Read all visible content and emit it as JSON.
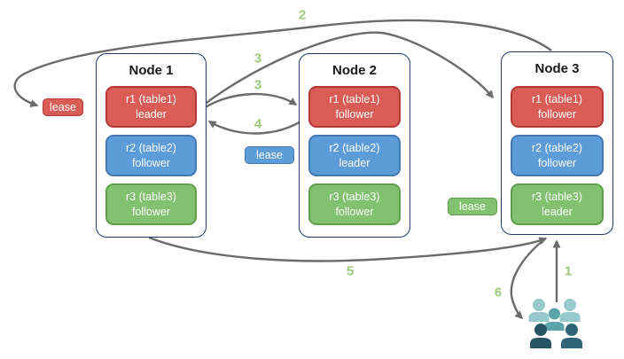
{
  "nodes": [
    {
      "title": "Node 1",
      "replicas": [
        {
          "name": "r1 (table1)",
          "role": "leader",
          "color": "red"
        },
        {
          "name": "r2 (table2)",
          "role": "follower",
          "color": "blue"
        },
        {
          "name": "r3 (table3)",
          "role": "follower",
          "color": "green"
        }
      ]
    },
    {
      "title": "Node 2",
      "replicas": [
        {
          "name": "r1 (table1)",
          "role": "follower",
          "color": "red"
        },
        {
          "name": "r2 (table2)",
          "role": "leader",
          "color": "blue"
        },
        {
          "name": "r3 (table3)",
          "role": "follower",
          "color": "green"
        }
      ]
    },
    {
      "title": "Node 3",
      "replicas": [
        {
          "name": "r1 (table1)",
          "role": "follower",
          "color": "red"
        },
        {
          "name": "r2 (table2)",
          "role": "follower",
          "color": "blue"
        },
        {
          "name": "r3 (table3)",
          "role": "leader",
          "color": "green"
        }
      ]
    }
  ],
  "leases": {
    "red": "lease",
    "blue": "lease",
    "green": "lease"
  },
  "steps": {
    "s1": "1",
    "s2": "2",
    "s3a": "3",
    "s3b": "3",
    "s4": "4",
    "s5": "5",
    "s6": "6"
  },
  "icons": {
    "clients": "users-group-icon"
  },
  "colors": {
    "replica_red_fill": "#D95C56",
    "replica_red_border": "#B23A36",
    "replica_blue_fill": "#5C9CD9",
    "replica_blue_border": "#4378B0",
    "replica_green_fill": "#82C170",
    "replica_green_border": "#5F9C4B",
    "node_border": "#24396B",
    "arrow": "#6B6B6B",
    "step_label": "#9CC97C",
    "client_light": "#96C9CC",
    "client_mid": "#5AA5A9",
    "client_dark_left": "#265666",
    "client_dark_right": "#2E6375"
  }
}
